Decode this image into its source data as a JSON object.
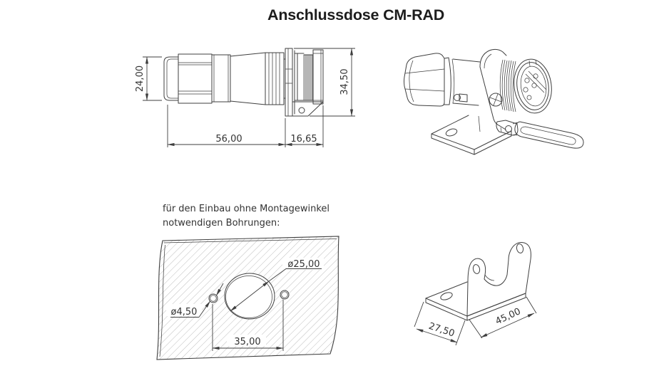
{
  "title": "Anschlussdose CM-RAD",
  "note": {
    "line1": "für den Einbau ohne Montagewinkel",
    "line2": "notwendigen Bohrungen:"
  },
  "side_view": {
    "dim_height_gland": "24,00",
    "dim_height_flange": "34,50",
    "dim_length_body": "56,00",
    "dim_length_flange": "16,65"
  },
  "drill_template": {
    "dim_dia_center_hole": "ø25,00",
    "dim_dia_screw_hole": "ø4,50",
    "dim_hole_spacing": "35,00"
  },
  "bracket_view": {
    "dim_depth": "27,50",
    "dim_width": "45,00"
  },
  "colors": {
    "background": "#ffffff",
    "line": "#3f3f3f",
    "hatch": "#bdbdbd",
    "text": "#333333",
    "title": "#1d1d1d"
  }
}
